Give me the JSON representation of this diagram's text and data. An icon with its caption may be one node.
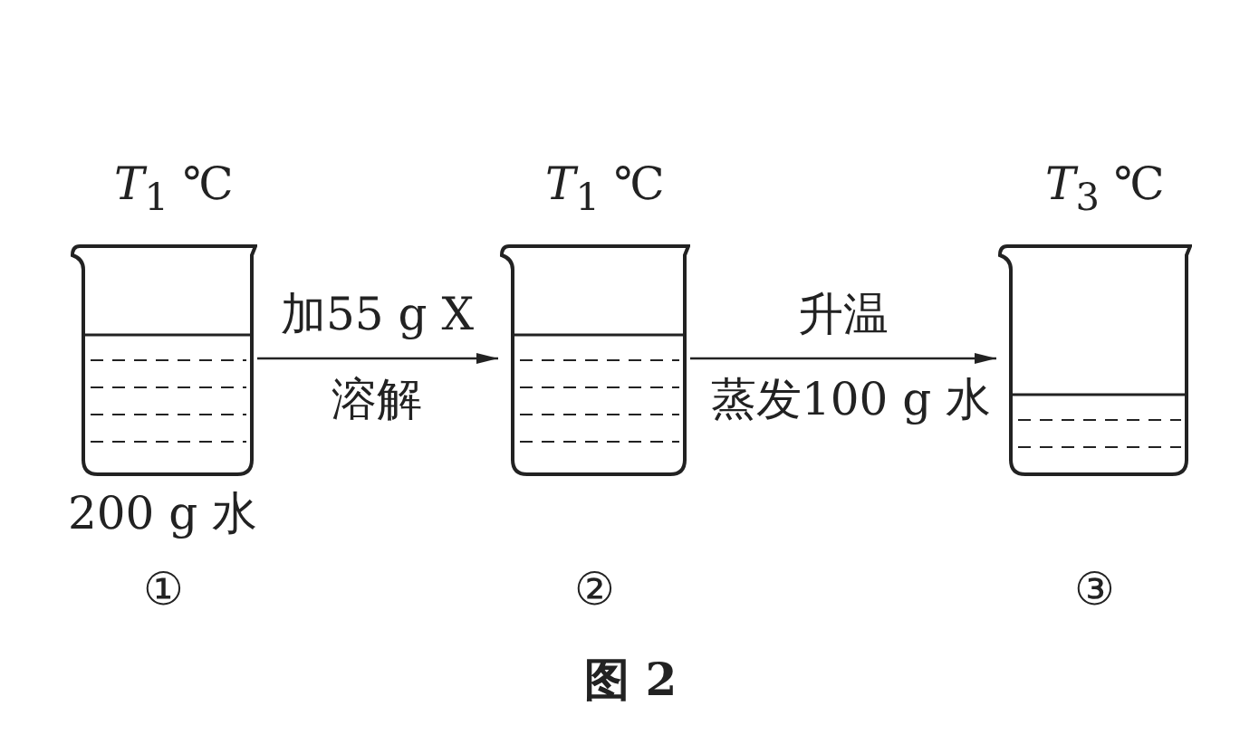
{
  "diagram": {
    "caption": "图 2",
    "nodes": [
      {
        "text": [
          "*T*$_{1}$ ℃"
        ],
        "beside": [
          "200 g 水",
          "①"
        ]
      },
      {
        "text": [
          "*T*$_{1}$ ℃"
        ],
        "beside": [
          "②"
        ]
      },
      {
        "text": [
          "*T*$_{3}$ ℃"
        ],
        "beside": [
          "③"
        ]
      }
    ],
    "edges": [
      {
        "from": 0,
        "to": 1,
        "arrow": "to",
        "label": "加55 g X"
      },
      {
        "from": 1,
        "to": 2,
        "arrow": "to",
        "label": "升温"
      }
    ],
    "labels": [
      "溶解",
      "蒸发100 g 水"
    ]
  }
}
